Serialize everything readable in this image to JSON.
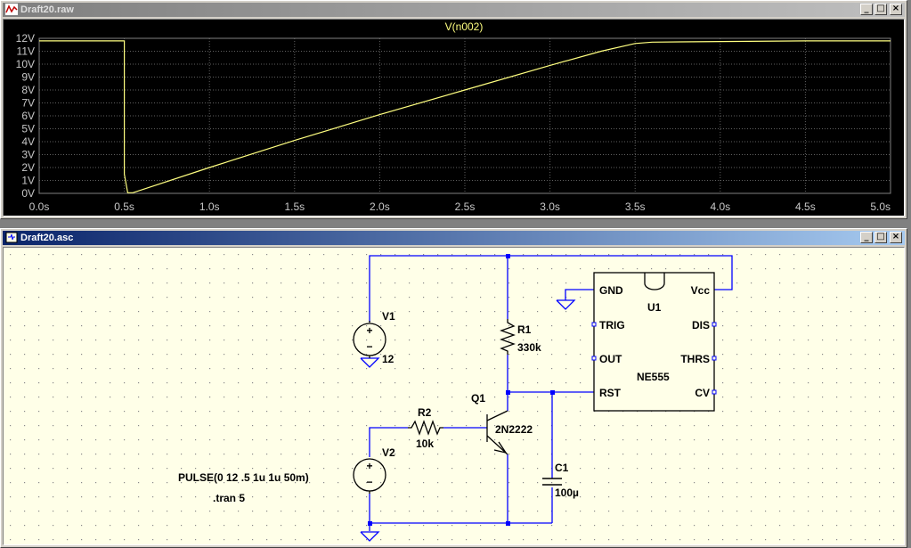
{
  "waveform_window": {
    "title": "Draft20.raw",
    "controls": {
      "minimize": "_",
      "maximize": "□",
      "close": "×"
    }
  },
  "schematic_window": {
    "title": "Draft20.asc",
    "controls": {
      "minimize": "_",
      "maximize": "□",
      "close": "×"
    }
  },
  "chart_data": {
    "type": "line",
    "title": "V(n002)",
    "xlabel": "",
    "ylabel": "",
    "xlim": [
      0,
      5
    ],
    "ylim": [
      0,
      12
    ],
    "x_ticks": [
      "0.0s",
      "0.5s",
      "1.0s",
      "1.5s",
      "2.0s",
      "2.5s",
      "3.0s",
      "3.5s",
      "4.0s",
      "4.5s",
      "5.0s"
    ],
    "y_ticks": [
      "0V",
      "1V",
      "2V",
      "3V",
      "4V",
      "5V",
      "6V",
      "7V",
      "8V",
      "9V",
      "10V",
      "11V",
      "12V"
    ],
    "grid": true,
    "colors": {
      "background": "#000000",
      "grid": "#606060",
      "trace": "#ffff80",
      "axis_text": "#c8c8c8"
    },
    "series": [
      {
        "name": "V(n002)",
        "x": [
          0,
          0.5,
          0.5,
          0.52,
          0.55,
          1.0,
          1.5,
          2.0,
          2.5,
          3.0,
          3.3,
          3.5,
          3.6,
          4.0,
          4.5,
          5.0
        ],
        "y": [
          11.8,
          11.8,
          1.5,
          0.05,
          0.05,
          2.0,
          4.1,
          6.1,
          8.0,
          9.9,
          11.0,
          11.6,
          11.7,
          11.75,
          11.8,
          11.8
        ]
      }
    ]
  },
  "schematic": {
    "colors": {
      "background": "#ffffe8",
      "wire": "#0000ff",
      "dot": "#505050",
      "text": "#000000"
    },
    "components": {
      "v1": {
        "ref": "V1",
        "value": "12"
      },
      "v2": {
        "ref": "V2",
        "value": ""
      },
      "r1": {
        "ref": "R1",
        "value": "330k"
      },
      "r2": {
        "ref": "R2",
        "value": "10k"
      },
      "q1": {
        "ref": "Q1",
        "value": "2N2222"
      },
      "c1": {
        "ref": "C1",
        "value": "100µ"
      },
      "u1": {
        "ref": "U1",
        "value": "NE555",
        "pins": {
          "gnd": "GND",
          "vcc": "Vcc",
          "trig": "TRIG",
          "dis": "DIS",
          "out": "OUT",
          "thrs": "THRS",
          "rst": "RST",
          "cv": "CV"
        }
      }
    },
    "directives": {
      "pulse": "PULSE(0 12 .5 1u 1u 50m)",
      "tran": ".tran 5"
    },
    "symbols": {
      "plus": "+",
      "minus": "−"
    }
  }
}
